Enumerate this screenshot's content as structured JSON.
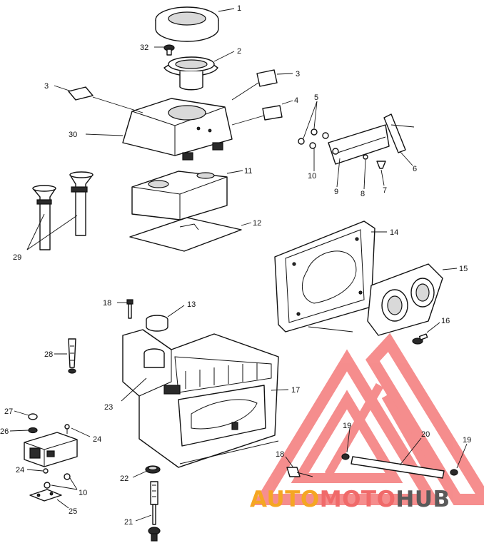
{
  "callouts": [
    {
      "id": "c1",
      "text": "1"
    },
    {
      "id": "c2",
      "text": "2"
    },
    {
      "id": "c3",
      "text": "3"
    },
    {
      "id": "c3b",
      "text": "3"
    },
    {
      "id": "c4",
      "text": "4"
    },
    {
      "id": "c5",
      "text": "5"
    },
    {
      "id": "c6",
      "text": "6"
    },
    {
      "id": "c7",
      "text": "7"
    },
    {
      "id": "c8",
      "text": "8"
    },
    {
      "id": "c9",
      "text": "9"
    },
    {
      "id": "c10a",
      "text": "10"
    },
    {
      "id": "c10b",
      "text": "10"
    },
    {
      "id": "c11",
      "text": "11"
    },
    {
      "id": "c12",
      "text": "12"
    },
    {
      "id": "c13",
      "text": "13"
    },
    {
      "id": "c14",
      "text": "14"
    },
    {
      "id": "c15",
      "text": "15"
    },
    {
      "id": "c16",
      "text": "16"
    },
    {
      "id": "c17",
      "text": "17"
    },
    {
      "id": "c18a",
      "text": "18"
    },
    {
      "id": "c18b",
      "text": "18"
    },
    {
      "id": "c19a",
      "text": "19"
    },
    {
      "id": "c19b",
      "text": "19"
    },
    {
      "id": "c20",
      "text": "20"
    },
    {
      "id": "c21",
      "text": "21"
    },
    {
      "id": "c22",
      "text": "22"
    },
    {
      "id": "c23",
      "text": "23"
    },
    {
      "id": "c24a",
      "text": "24"
    },
    {
      "id": "c24b",
      "text": "24"
    },
    {
      "id": "c25",
      "text": "25"
    },
    {
      "id": "c26",
      "text": "26"
    },
    {
      "id": "c27",
      "text": "27"
    },
    {
      "id": "c28",
      "text": "28"
    },
    {
      "id": "c29",
      "text": "29"
    },
    {
      "id": "c30",
      "text": "30"
    },
    {
      "id": "c32",
      "text": "32"
    }
  ],
  "watermark": {
    "part1": "AUTO",
    "part2": "MOTO",
    "part3": "HUB",
    "color_auto": "#f5a623",
    "color_moto": "#f06a6a",
    "color_hub": "#5a5a5a",
    "triangle_color": "#f47a7a"
  }
}
